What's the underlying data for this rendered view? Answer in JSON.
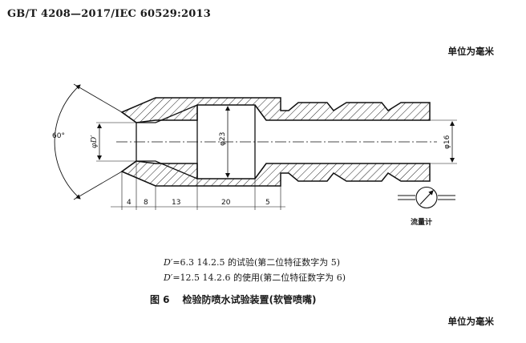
{
  "header": {
    "standard": "GB/T 4208—2017/IEC 60529:2013"
  },
  "units_top": "单位为毫米",
  "units_bottom": "单位为毫米",
  "drawing": {
    "angle_label": "60°",
    "inner_dia_label": "φD′",
    "dia23_label": "φ23",
    "dia16_label": "φ16",
    "dims": [
      "4",
      "8",
      "13",
      "20",
      "5"
    ],
    "flowmeter_label": "流量计"
  },
  "notes": [
    {
      "symbol": "D′",
      "text": "=6.3 14.2.5 的试验(第二位特征数字为 5)"
    },
    {
      "symbol": "D′",
      "text": "=12.5 14.2.6 的使用(第二位特征数字为 6)"
    }
  ],
  "caption": {
    "number": "图 6",
    "title": "检验防喷水试验装置(软管喷嘴)"
  }
}
